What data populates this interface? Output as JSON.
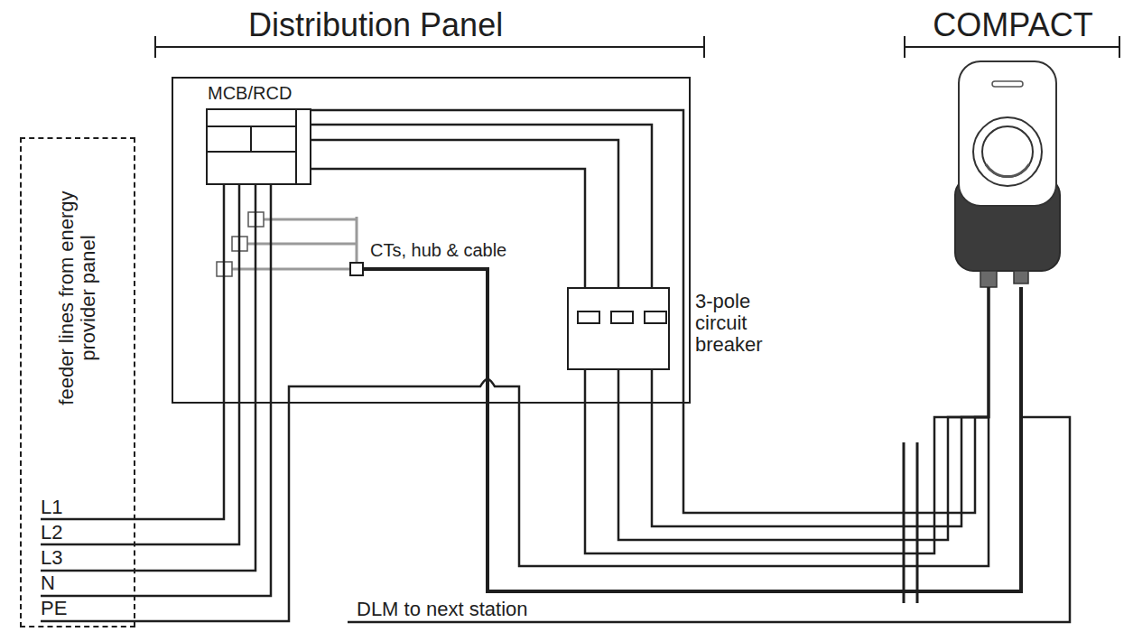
{
  "diagram": {
    "nodes": [
      {
        "text": [
          "Distribution Panel"
        ]
      },
      {
        "text": [
          "MCB/RCD"
        ],
        "in": 0
      },
      {
        "text": [
          "3-pole circuit breaker"
        ],
        "in": 0
      },
      {
        "text": [
          "feeder lines from energy provider panel"
        ]
      },
      {
        "text": [
          "COMPACT"
        ]
      }
    ],
    "edges": [
      {
        "from": 3,
        "to": 1,
        "arrow": "none"
      },
      {
        "from": 1,
        "to": 2,
        "arrow": "none"
      },
      {
        "from": 2,
        "to": 4,
        "arrow": "none"
      },
      {
        "from": 1,
        "to": 4,
        "arrow": "none"
      },
      {
        "from": 3,
        "to": 4,
        "arrow": "none"
      }
    ],
    "labels": [
      "L1",
      "L2",
      "L3",
      "N",
      "PE",
      "CTs, hub & cable",
      "DLM to next station"
    ]
  }
}
